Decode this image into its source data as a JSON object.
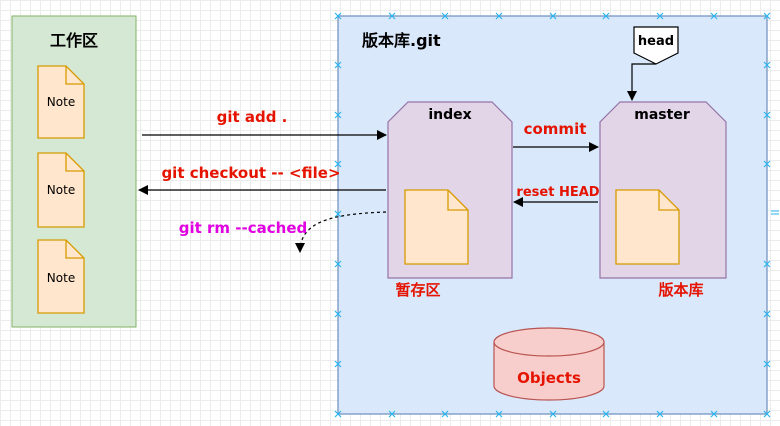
{
  "workspace": {
    "title": "工作区",
    "notes": [
      "Note",
      "Note",
      "Note"
    ]
  },
  "repository": {
    "title": "版本库.git",
    "head_label": "head",
    "index": {
      "title": "index",
      "caption": "暂存区"
    },
    "master": {
      "title": "master",
      "caption": "版本库"
    },
    "objects_label": "Objects"
  },
  "arrows": {
    "git_add": "git add .",
    "git_checkout": "git checkout -- <file>",
    "git_rm": "git rm --cached",
    "commit": "commit",
    "reset": "reset HEAD"
  },
  "colors": {
    "workspace_fill": "#d5e8d4",
    "workspace_stroke": "#82b366",
    "repo_fill": "#dae8fc",
    "repo_stroke": "#6c8ebf",
    "box_fill": "#e1d5e7",
    "box_stroke": "#9673a6",
    "note_fill": "#ffe6cc",
    "note_stroke": "#d79b00",
    "objects_fill": "#f8cecc",
    "objects_stroke": "#b85450",
    "red_text": "#e51400",
    "magenta_text": "#e100e1"
  }
}
